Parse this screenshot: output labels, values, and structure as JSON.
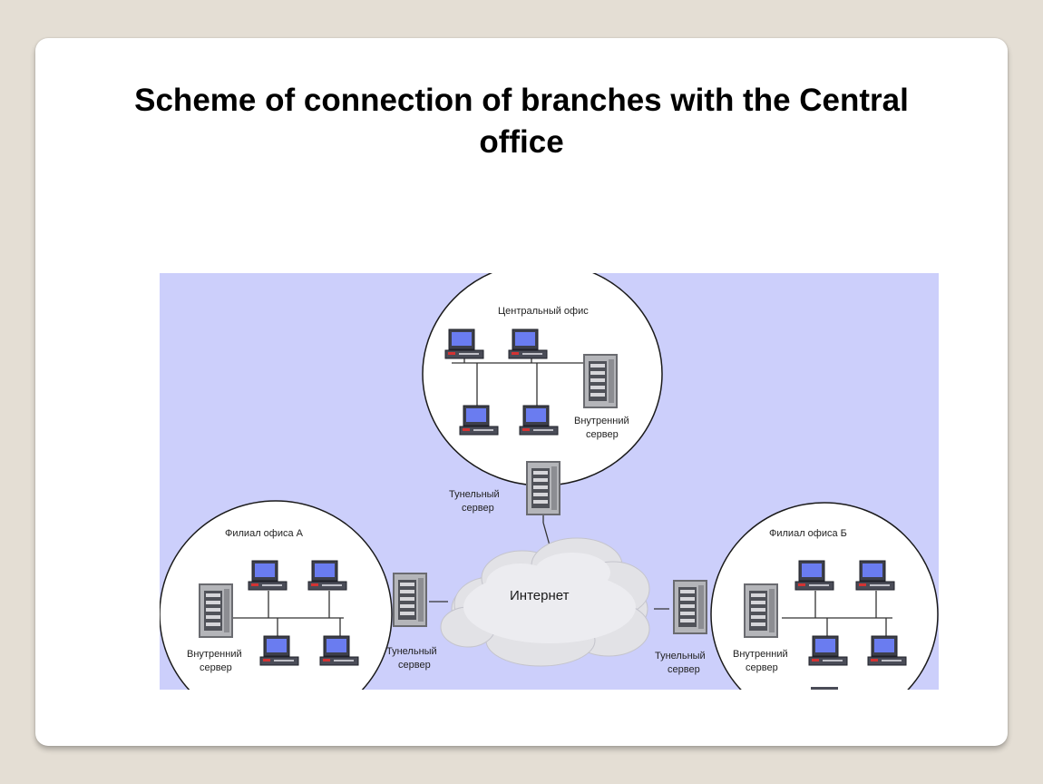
{
  "slide": {
    "title": "Scheme of connection of branches with the Central office"
  },
  "diagram": {
    "central_office": {
      "label": "Центральный офис",
      "server_label_line1": "Внутренний",
      "server_label_line2": "сервер"
    },
    "tunnel_servers": [
      {
        "line1": "Тунельный",
        "line2": "сервер"
      },
      {
        "line1": "Тунельный",
        "line2": "сервер"
      },
      {
        "line1": "Тунельный",
        "line2": "сервер"
      }
    ],
    "internet_label": "Интернет",
    "branch_a": {
      "label": "Филиал офиса А",
      "server_label_line1": "Внутренний",
      "server_label_line2": "сервер"
    },
    "branch_b": {
      "label": "Филиал офиса Б",
      "server_label_line1": "Внутренний",
      "server_label_line2": "сервер"
    },
    "colors": {
      "background": "#cccffb",
      "office_fill": "#ffffff",
      "cloud_fill": "#e2e2e6",
      "screen": "#6a7cf0"
    }
  }
}
